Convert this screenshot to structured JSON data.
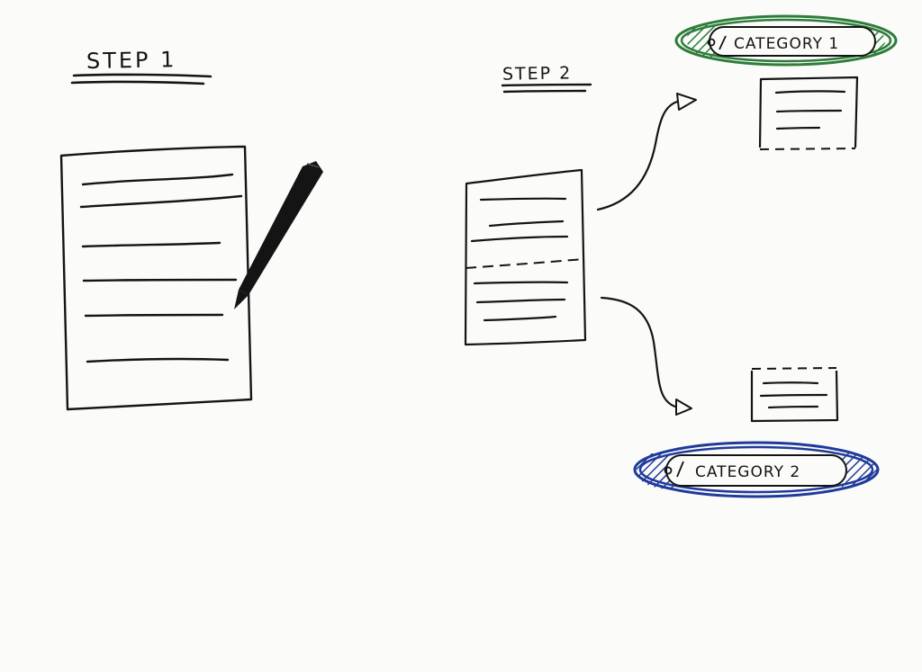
{
  "step1": {
    "label": "STEP 1"
  },
  "step2": {
    "label": "STEP 2"
  },
  "categories": [
    {
      "label": "CATEGORY 1",
      "color": "#2e7d3a"
    },
    {
      "label": "CATEGORY 2",
      "color": "#1f3a9a"
    }
  ],
  "ink_color": "#141414"
}
